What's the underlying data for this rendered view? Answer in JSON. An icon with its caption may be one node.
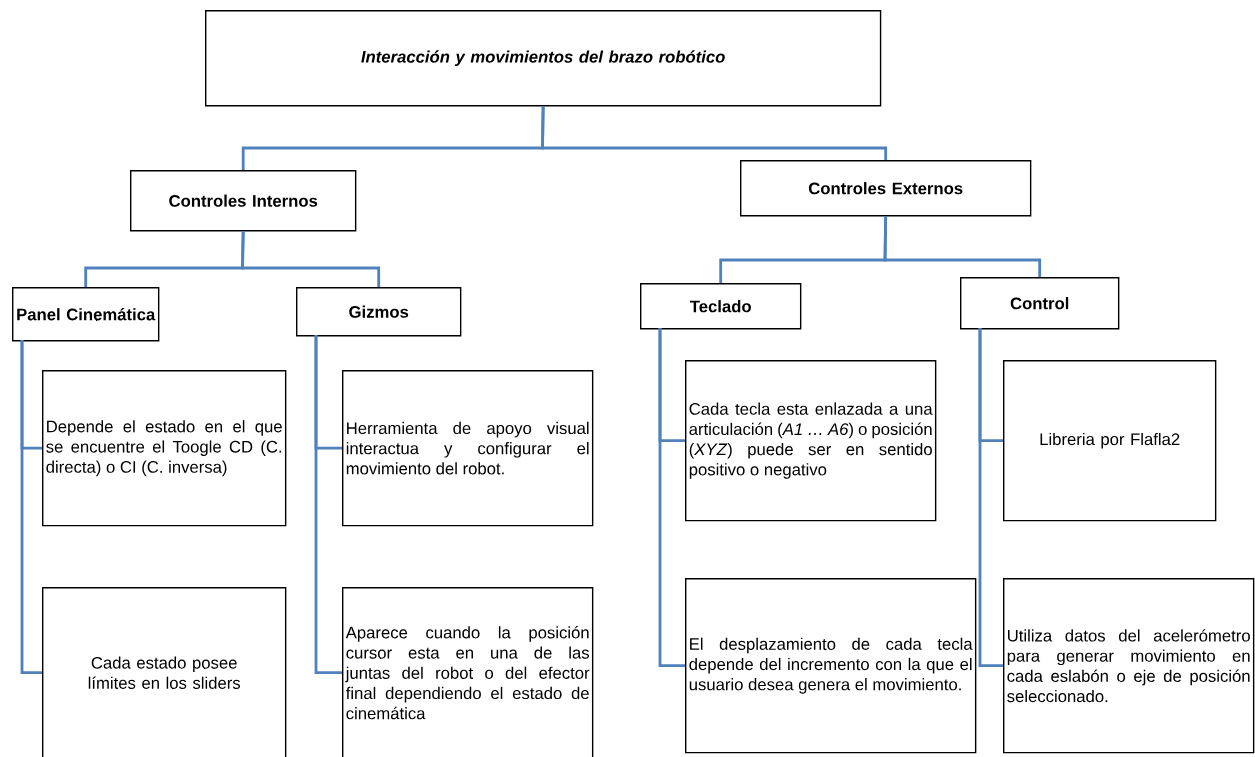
{
  "diagram": {
    "nodes": [
      {
        "text": [
          "Interacción y movimientos del brazo robótico"
        ]
      },
      {
        "text": [
          "Controles Internos"
        ]
      },
      {
        "text": [
          "Controles Externos"
        ]
      },
      {
        "text": [
          "Panel Cinemática"
        ]
      },
      {
        "text": [
          "Gizmos"
        ]
      },
      {
        "text": [
          "Teclado"
        ]
      },
      {
        "text": [
          "Control"
        ]
      },
      {
        "text": [
          "Depende el estado en el que se encuentre el Toogle CD (C. directa) o CI (C. inversa)"
        ]
      },
      {
        "text": [
          "Cada estado posee límites en los sliders"
        ]
      },
      {
        "text": [
          "Herramienta de apoyo visual interactua y configurar el movimiento del robot."
        ]
      },
      {
        "text": [
          "Aparece cuando la posición cursor esta en una de las juntas del robot o del efector final dependiendo el estado de cinemática"
        ]
      },
      {
        "text": [
          "Cada tecla esta enlazada a una articulación (*A1 … A6*) o posición (*XYZ*) puede ser en sentido positivo o negativo"
        ]
      },
      {
        "text": [
          "El desplazamiento de cada tecla depende del incremento con la que el usuario desea genera el movimiento."
        ]
      },
      {
        "text": [
          "Libreria por Flafla2"
        ]
      },
      {
        "text": [
          "Utiliza datos del acelerómetro para generar movimiento en cada eslabón o eje de posición seleccionado."
        ]
      }
    ],
    "edges": [
      {
        "from": 0,
        "to": 1,
        "arrow": "none"
      },
      {
        "from": 0,
        "to": 2,
        "arrow": "none"
      },
      {
        "from": 1,
        "to": 3,
        "arrow": "none"
      },
      {
        "from": 1,
        "to": 4,
        "arrow": "none"
      },
      {
        "from": 2,
        "to": 5,
        "arrow": "none"
      },
      {
        "from": 2,
        "to": 6,
        "arrow": "none"
      },
      {
        "from": 3,
        "to": 7,
        "arrow": "none"
      },
      {
        "from": 3,
        "to": 8,
        "arrow": "none"
      },
      {
        "from": 4,
        "to": 9,
        "arrow": "none"
      },
      {
        "from": 4,
        "to": 10,
        "arrow": "none"
      },
      {
        "from": 5,
        "to": 11,
        "arrow": "none"
      },
      {
        "from": 5,
        "to": 12,
        "arrow": "none"
      },
      {
        "from": 6,
        "to": 13,
        "arrow": "none"
      },
      {
        "from": 6,
        "to": 14,
        "arrow": "none"
      }
    ]
  }
}
